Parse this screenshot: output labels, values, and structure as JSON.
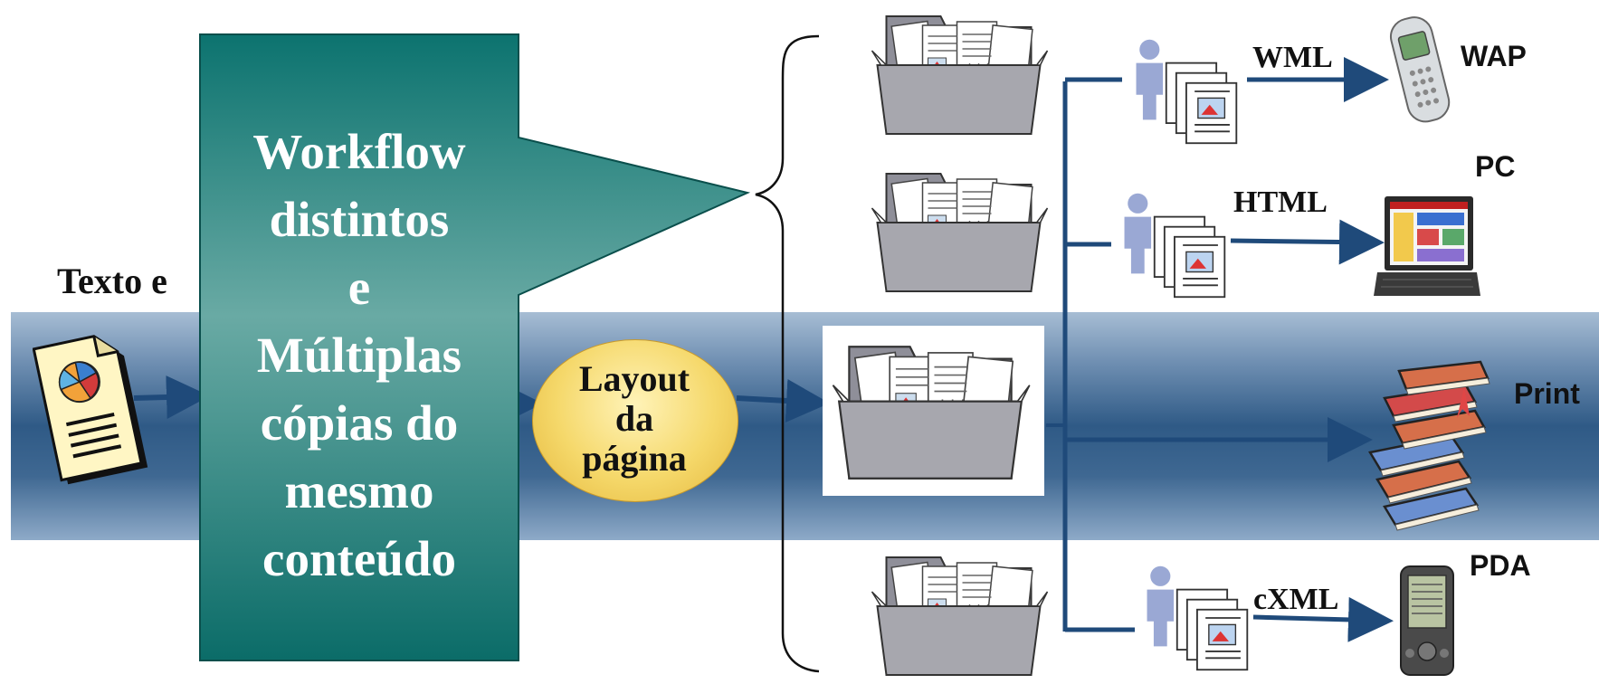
{
  "input": {
    "label": "Texto e"
  },
  "callout": {
    "lines": [
      "Workflow",
      "distintos",
      "e",
      "Múltiplas",
      "cópias do",
      "mesmo",
      "conteúdo"
    ]
  },
  "layout_step": {
    "lines": [
      "Layout",
      "da",
      "página"
    ]
  },
  "outputs": [
    {
      "format": "WML",
      "device": "WAP"
    },
    {
      "format": "HTML",
      "device": "PC"
    },
    {
      "format": "",
      "device": "Print"
    },
    {
      "format": "cXML",
      "device": "PDA"
    }
  ],
  "colors": {
    "callout": "#2f8884",
    "band": "#2f5a86",
    "arrow": "#1f4a7a",
    "oval": "#f2d063"
  }
}
